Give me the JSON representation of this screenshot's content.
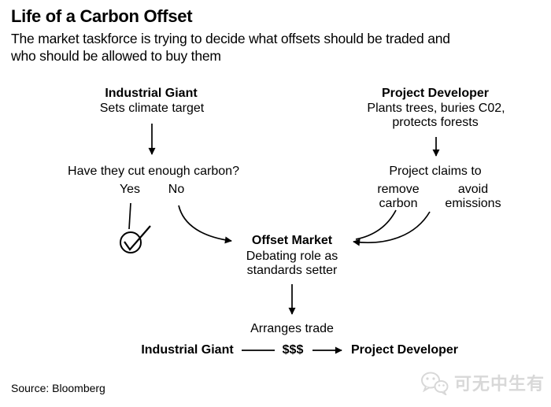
{
  "title": "Life of a Carbon Offset",
  "subtitle": {
    "line1": "The market taskforce is trying to decide what offsets should be traded and",
    "line2": "who should be allowed to buy them"
  },
  "diagram": {
    "industrial_giant_top": {
      "name": "Industrial Giant",
      "action": "Sets climate target"
    },
    "project_developer_top": {
      "name": "Project Developer",
      "action_line1": "Plants trees, buries C02,",
      "action_line2": "protects forests"
    },
    "question": "Have they cut enough carbon?",
    "yes": "Yes",
    "no": "No",
    "project_claims": "Project claims to",
    "remove": {
      "line1": "remove",
      "line2": "carbon"
    },
    "avoid": {
      "line1": "avoid",
      "line2": "emissions"
    },
    "offset_market": {
      "name": "Offset Market",
      "role_line1": "Debating role as",
      "role_line2": "standards setter"
    },
    "arranges_trade": "Arranges trade",
    "trade_row": {
      "buyer": "Industrial Giant",
      "payment": "$$$",
      "seller": "Project Developer"
    }
  },
  "footer": {
    "source": "Source: Bloomberg",
    "watermark": "可无中生有"
  },
  "colors": {
    "text": "#000000",
    "watermark": "#d8d8d8",
    "background": "#ffffff"
  }
}
